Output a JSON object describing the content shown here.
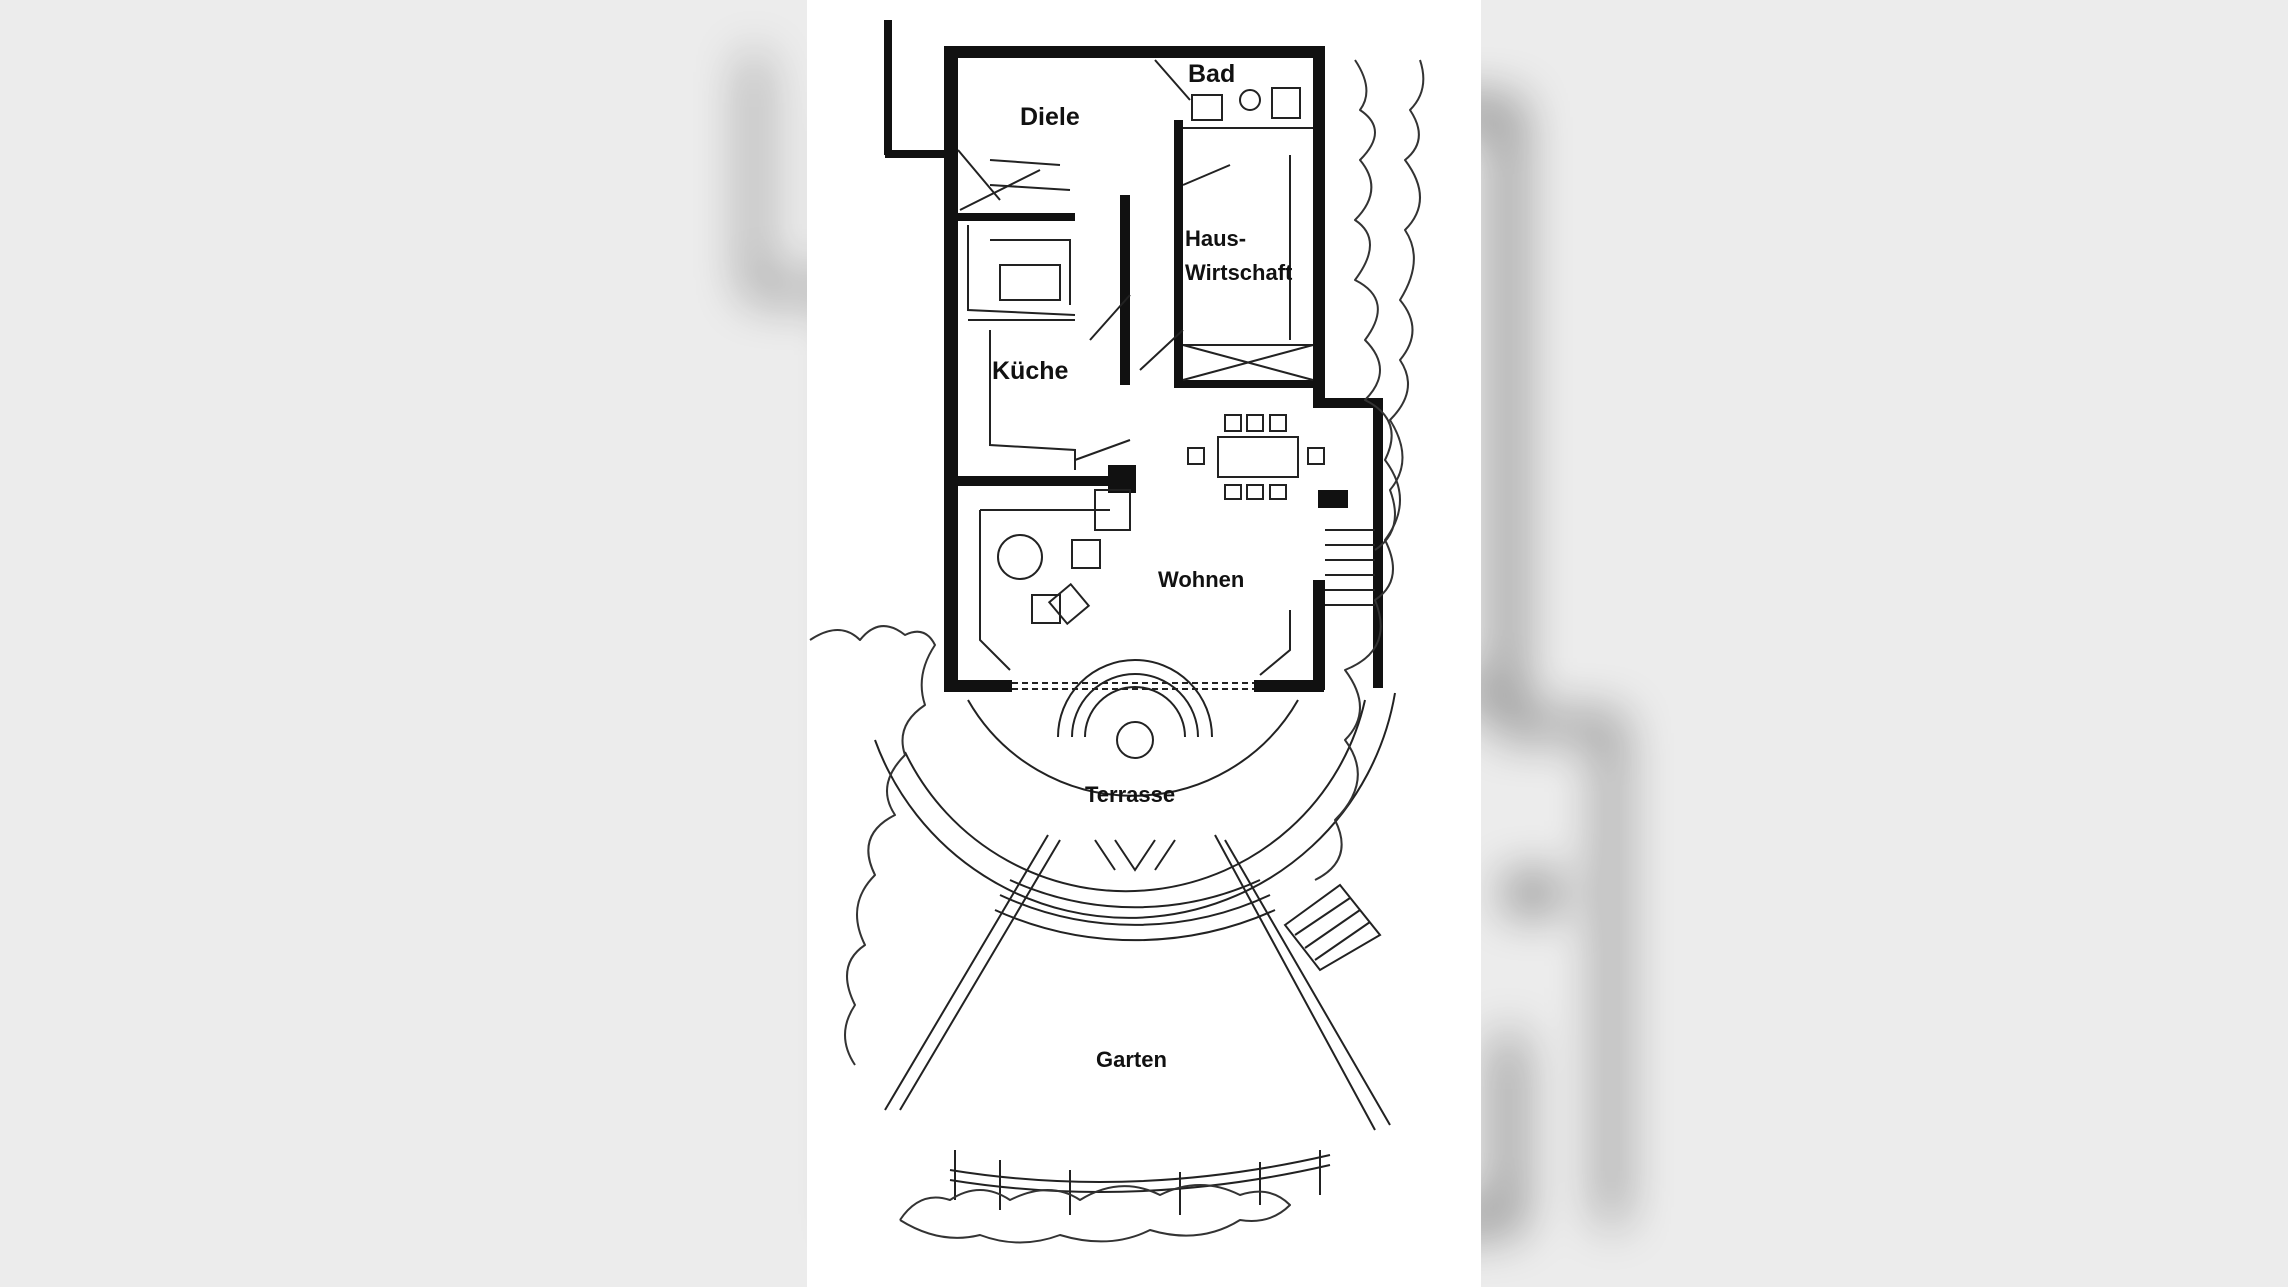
{
  "plan": {
    "rooms": {
      "bad": "Bad",
      "diele": "Diele",
      "haus_line1": "Haus-",
      "haus_line2": "Wirtschaft",
      "kueche": "Küche",
      "wohnen": "Wohnen",
      "terrasse": "Terrasse",
      "garten": "Garten"
    },
    "colors": {
      "ink": "#111111",
      "paper": "#ffffff",
      "backdrop": "#e9e9e9"
    }
  }
}
